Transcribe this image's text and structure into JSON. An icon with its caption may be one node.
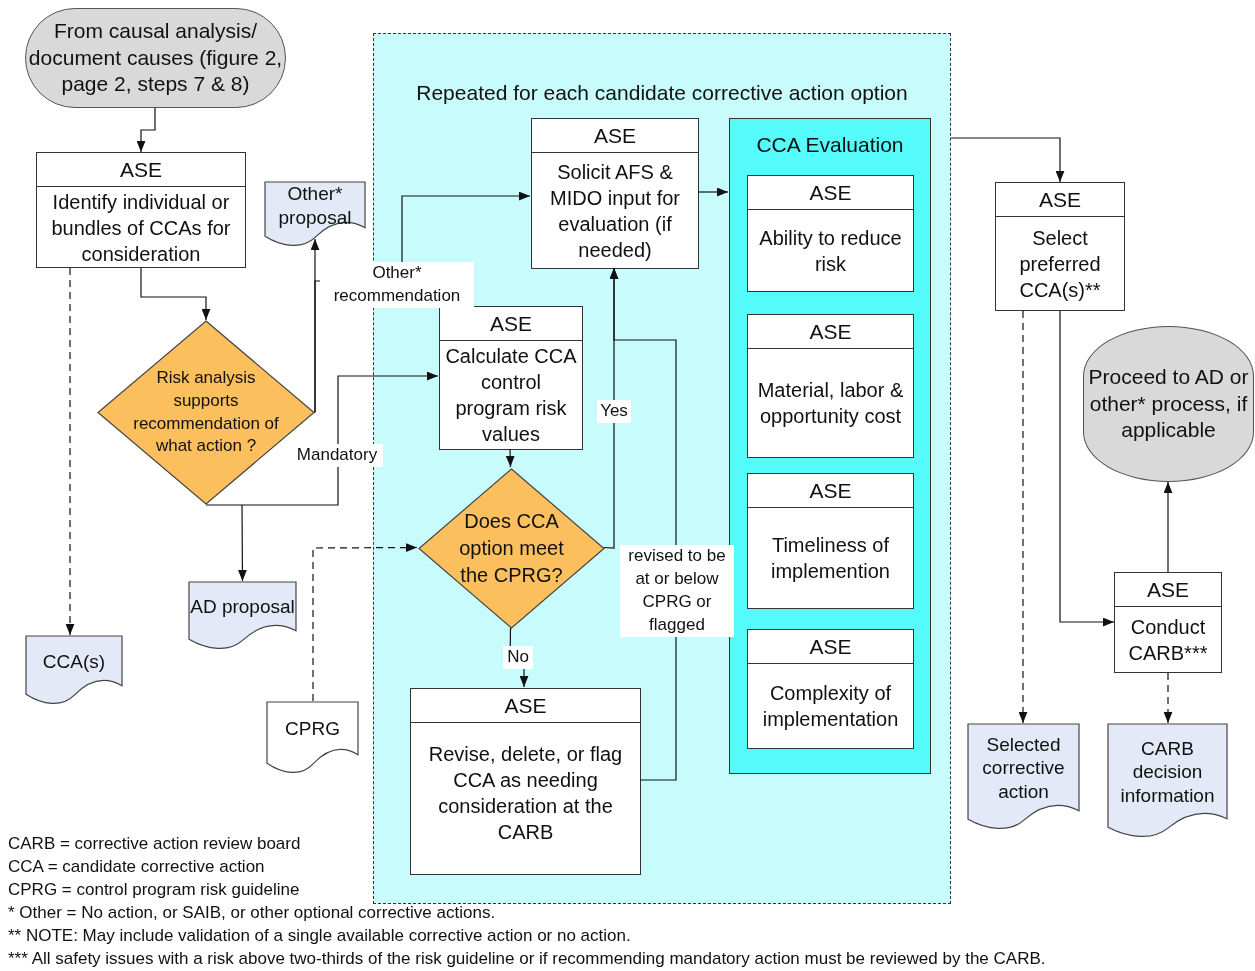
{
  "diagram": {
    "nodes": [
      {
        "text": [
          "From causal analysis/ document causes (figure 2, page 2, steps 7 & 8)"
        ]
      },
      {
        "text": [
          "ASE",
          "Identify individual or bundles of CCAs for consideration"
        ]
      },
      {
        "text": [
          "Other* proposal"
        ]
      },
      {
        "text": [
          "Risk analysis supports recommendation of what action ?"
        ]
      },
      {
        "text": [
          "AD proposal"
        ]
      },
      {
        "text": [
          "CCA(s)"
        ]
      },
      {
        "text": [
          "Repeated for each candidate corrective action option"
        ]
      },
      {
        "text": [
          "ASE",
          "Solicit AFS & MIDO input for evaluation (if needed)"
        ],
        "in": 6
      },
      {
        "text": [
          "ASE",
          "Calculate CCA control program risk values"
        ],
        "in": 6
      },
      {
        "text": [
          "Does CCA option meet the CPRG?"
        ],
        "in": 6
      },
      {
        "text": [
          "ASE",
          "Revise, delete, or flag CCA as needing consideration at the CARB"
        ],
        "in": 6
      },
      {
        "text": [
          "CCA Evaluation"
        ],
        "in": 6
      },
      {
        "text": [
          "ASE",
          "Ability to reduce risk"
        ],
        "in": 11
      },
      {
        "text": [
          "ASE",
          "Material, labor & opportunity cost"
        ],
        "in": 11
      },
      {
        "text": [
          "ASE",
          "Timeliness of implemention"
        ],
        "in": 11
      },
      {
        "text": [
          "ASE",
          "Complexity of implementation"
        ],
        "in": 11
      },
      {
        "text": [
          "CPRG"
        ]
      },
      {
        "text": [
          "ASE",
          "Select preferred CCA(s)**"
        ]
      },
      {
        "text": [
          "Proceed to AD or other* process, if applicable"
        ]
      },
      {
        "text": [
          "ASE",
          "Conduct CARB***"
        ]
      },
      {
        "text": [
          "Selected corrective action"
        ]
      },
      {
        "text": [
          "CARB decision information"
        ]
      }
    ],
    "edges": [
      {
        "from": 0,
        "to": 1,
        "arrow": "to"
      },
      {
        "from": 1,
        "to": 3,
        "arrow": "to"
      },
      {
        "from": 1,
        "to": 5,
        "arrow": "to",
        "style": "dashed"
      },
      {
        "from": 3,
        "to": 2,
        "arrow": "to"
      },
      {
        "from": 3,
        "to": 7,
        "arrow": "to",
        "label": "Other* recommendation"
      },
      {
        "from": 3,
        "to": 8,
        "arrow": "to",
        "label": "Mandatory"
      },
      {
        "from": 3,
        "to": 4,
        "arrow": "to"
      },
      {
        "from": 8,
        "to": 9,
        "arrow": "to"
      },
      {
        "from": 9,
        "to": 7,
        "arrow": "to",
        "label": "Yes"
      },
      {
        "from": 9,
        "to": 10,
        "arrow": "to",
        "label": "No"
      },
      {
        "from": 10,
        "to": 7,
        "arrow": "to",
        "label": "revised to be at or below CPRG or flagged"
      },
      {
        "from": 16,
        "to": 9,
        "arrow": "to",
        "style": "dashed"
      },
      {
        "from": 7,
        "to": 11,
        "arrow": "to"
      },
      {
        "from": 6,
        "to": 17,
        "arrow": "to"
      },
      {
        "from": 17,
        "to": 20,
        "arrow": "to",
        "style": "dashed"
      },
      {
        "from": 17,
        "to": 19,
        "arrow": "to"
      },
      {
        "from": 19,
        "to": 18,
        "arrow": "to"
      },
      {
        "from": 19,
        "to": 21,
        "arrow": "to",
        "style": "dashed"
      }
    ],
    "labels": [
      "CARB = corrective action review board",
      "CCA = candidate corrective action",
      "CPRG = control program risk guideline",
      "* Other = No action, or SAIB, or other optional corrective actions.",
      "** NOTE: May include validation of a single available corrective action or no action.",
      "*** All safety issues with a risk above two-thirds of the risk guideline or if recommending mandatory action must be reviewed by the CARB."
    ]
  }
}
